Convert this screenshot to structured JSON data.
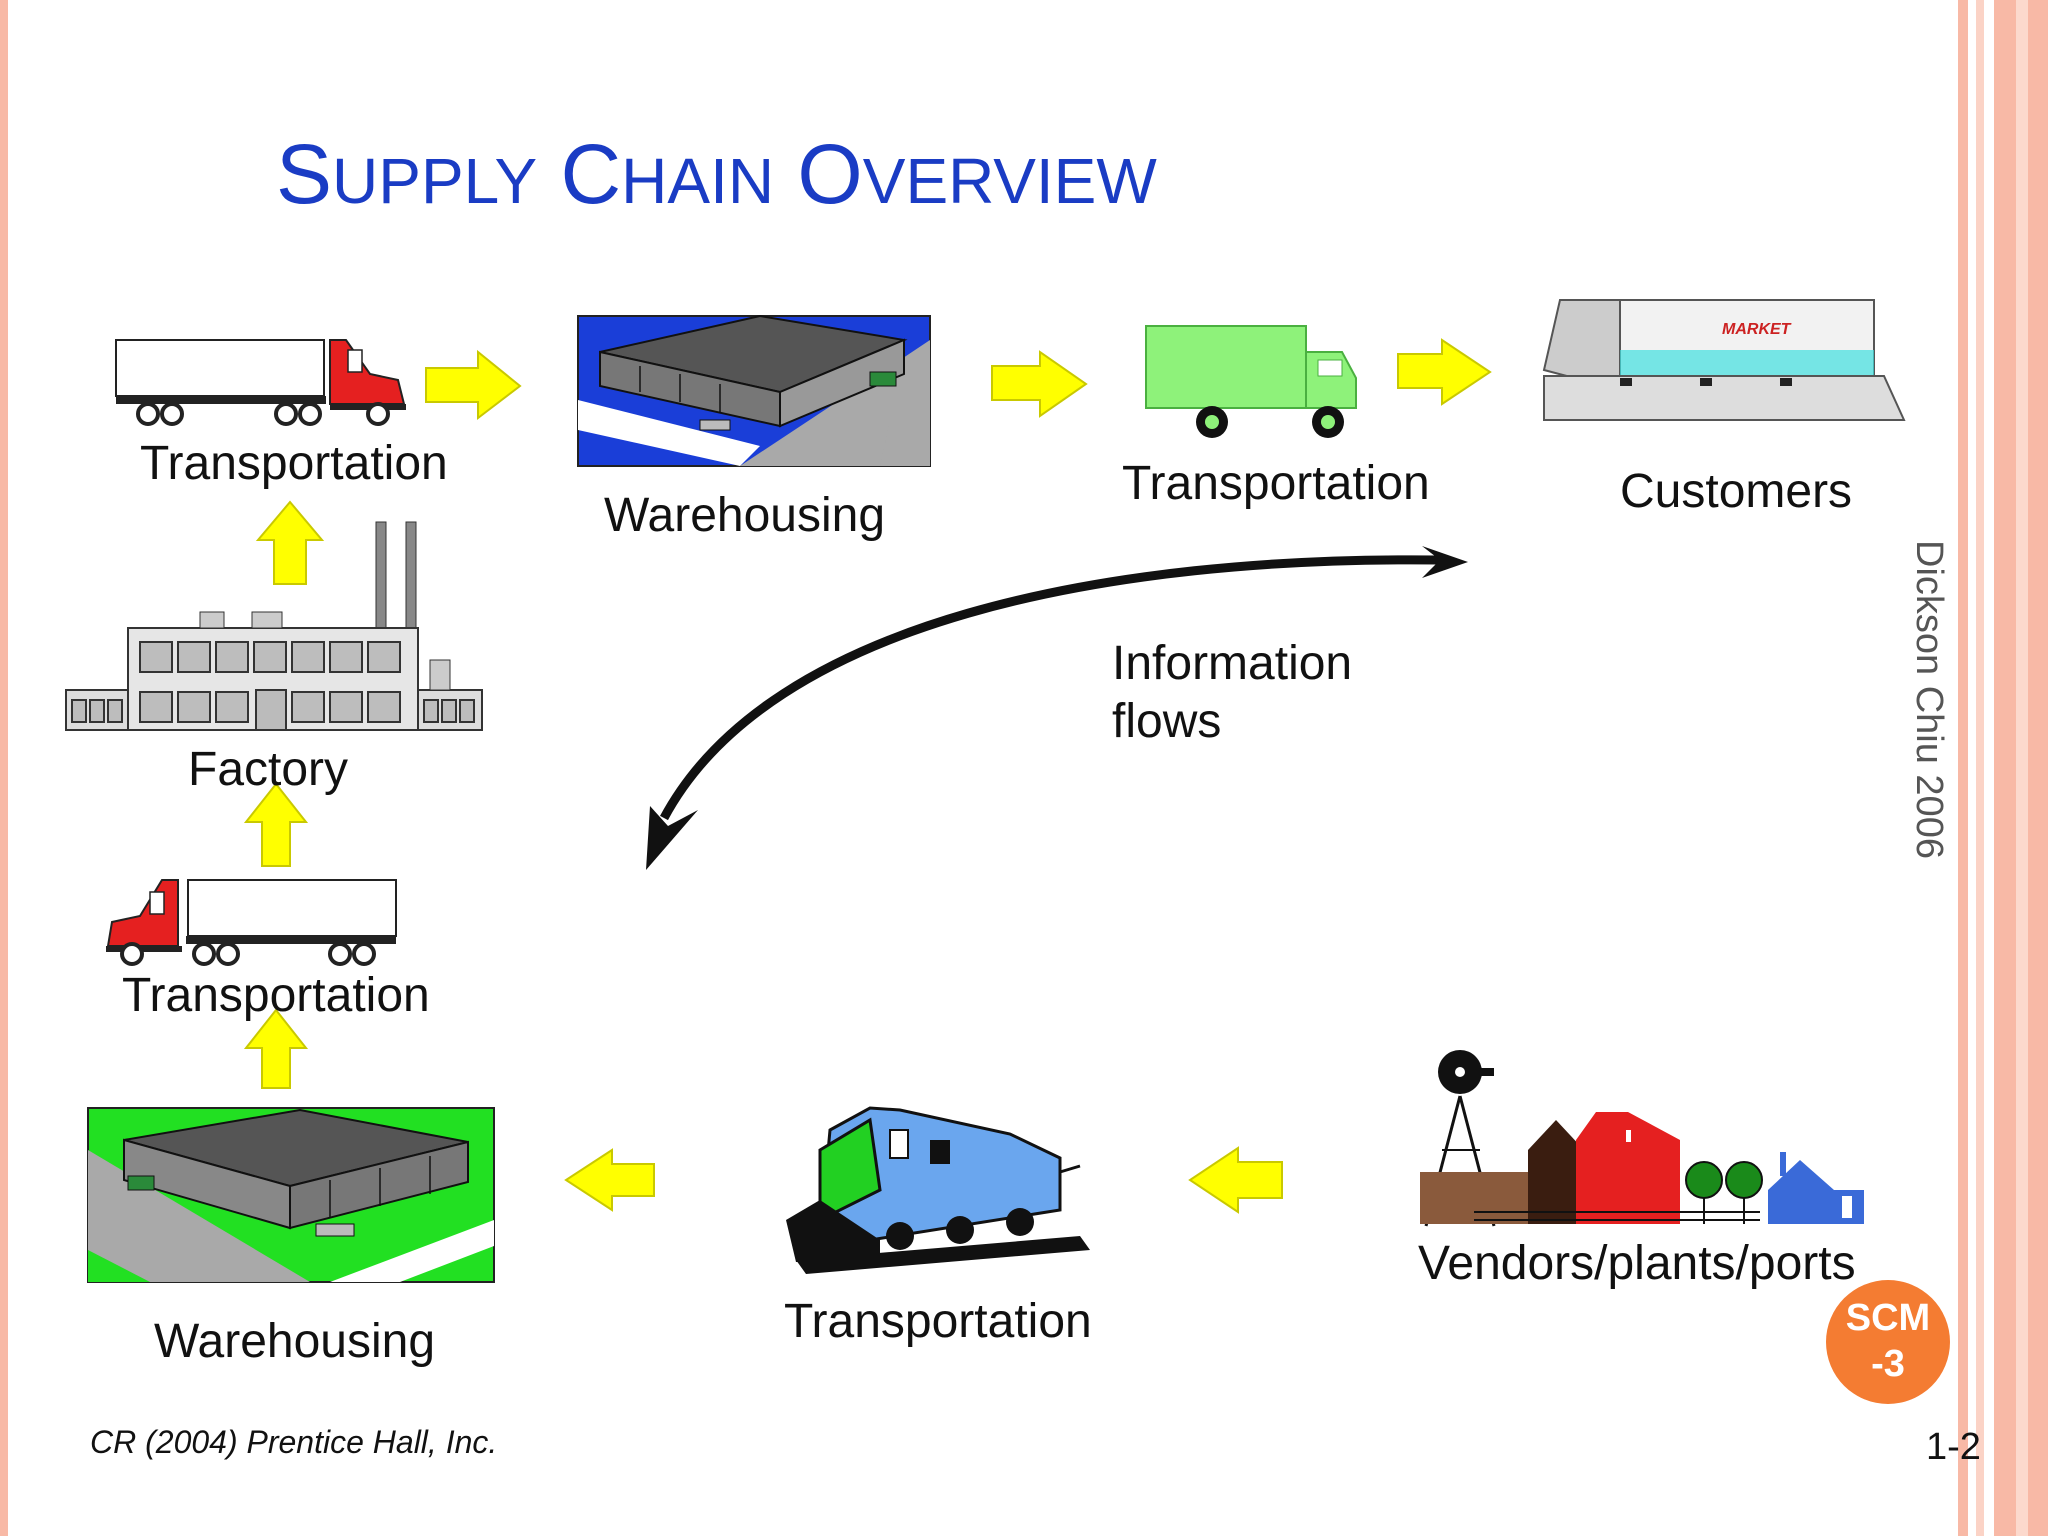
{
  "slide": {
    "title_initials": [
      "S",
      "C",
      "O"
    ],
    "title_rest": [
      "UPPLY",
      "HAIN",
      "VERVIEW"
    ],
    "side_note": "Dickson Chiu 2006",
    "copyright": "CR (2004) Prentice Hall, Inc.",
    "page_number": "1-2",
    "badge_line1": "SCM",
    "badge_line2": "-3"
  },
  "nodes": {
    "transport_truck_top": "Transportation",
    "warehouse_top": "Warehousing",
    "transport_van": "Transportation",
    "customers": "Customers",
    "factory": "Factory",
    "transport_truck_mid": "Transportation",
    "warehouse_bottom": "Warehousing",
    "transport_train": "Transportation",
    "vendors": "Vendors/plants/ports"
  },
  "info_flow": {
    "line1": "Information",
    "line2": "flows"
  },
  "market_sign": "MARKET",
  "colors": {
    "title": "#1a3cc4",
    "arrow": "#ffff00",
    "badge": "#f47c32",
    "stripe": "#f8b9a6"
  }
}
